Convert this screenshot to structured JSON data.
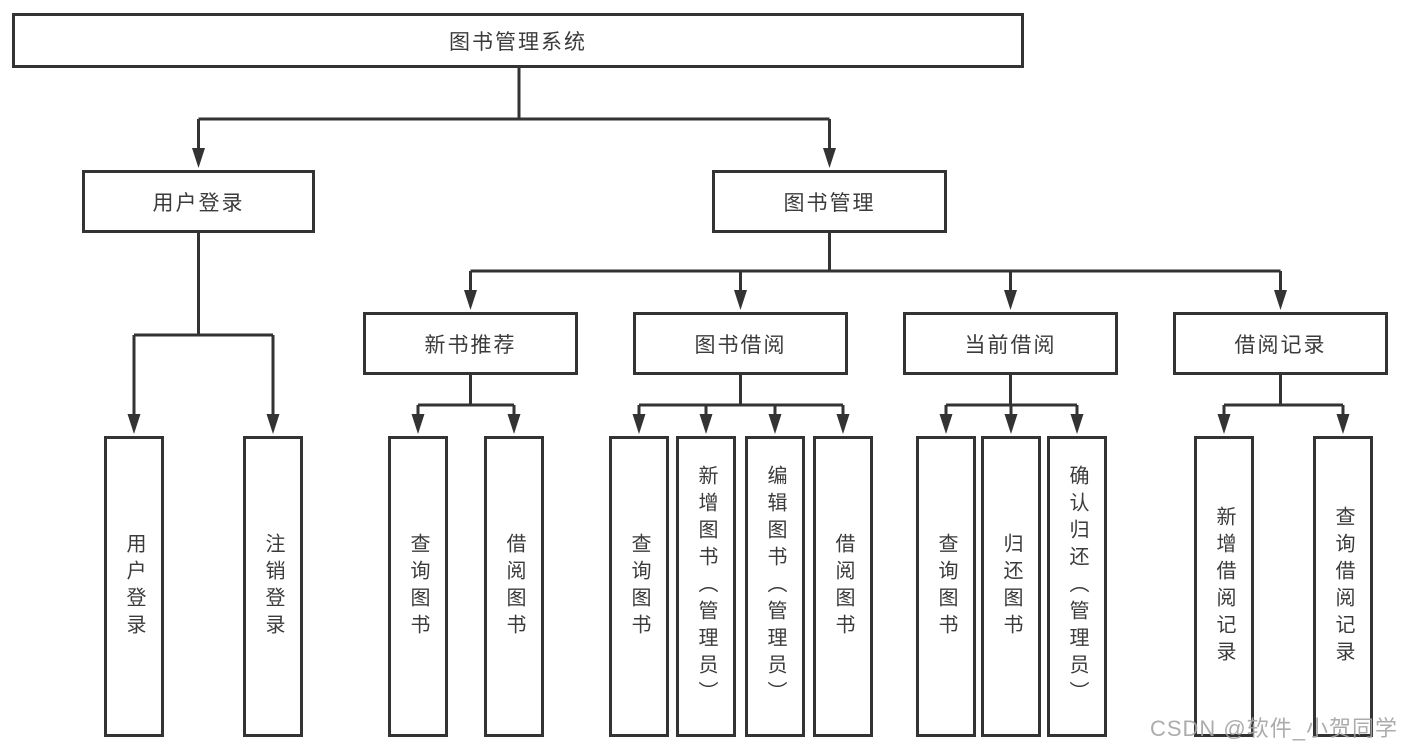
{
  "tree": {
    "root": {
      "label": "图书管理系统"
    },
    "branches": [
      {
        "label": "用户登录",
        "children": [
          {
            "label": "用户登录"
          },
          {
            "label": "注销登录"
          }
        ]
      },
      {
        "label": "图书管理",
        "children": [
          {
            "label": "新书推荐",
            "children": [
              {
                "label": "查询图书"
              },
              {
                "label": "借阅图书"
              }
            ]
          },
          {
            "label": "图书借阅",
            "children": [
              {
                "label": "查询图书"
              },
              {
                "label": "新增图书（管理员）"
              },
              {
                "label": "编辑图书（管理员）"
              },
              {
                "label": "借阅图书"
              }
            ]
          },
          {
            "label": "当前借阅",
            "children": [
              {
                "label": "查询图书"
              },
              {
                "label": "归还图书"
              },
              {
                "label": "确认归还（管理员）"
              }
            ]
          },
          {
            "label": "借阅记录",
            "children": [
              {
                "label": "新增借阅记录"
              },
              {
                "label": "查询借阅记录"
              }
            ]
          }
        ]
      }
    ]
  },
  "watermark": {
    "text": "CSDN @软件_小贺同学"
  },
  "colors": {
    "line": "#333333",
    "box_border": "#333333",
    "text": "#3b3b3b",
    "watermark": "#a3a3a3",
    "background": "#ffffff"
  }
}
